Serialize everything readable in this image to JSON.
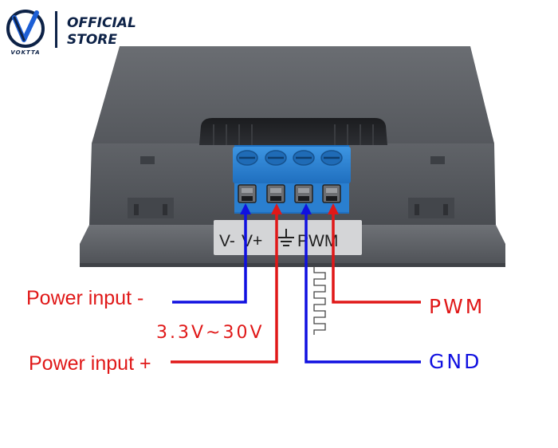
{
  "brand": {
    "name": "VOKTTA",
    "store_line1": "OFFICIAL",
    "store_line2": "STORE"
  },
  "device": {
    "pin_labels": [
      "V-",
      "V+",
      "PWM"
    ]
  },
  "diagram": {
    "power_input_neg": "Power input -",
    "power_input_pos": "Power input +",
    "voltage_range": "3.3V~30V",
    "pwm": "PWM",
    "gnd": "GND"
  },
  "colors": {
    "negative_wire": "#1010e0",
    "positive_wire": "#e01818",
    "label_red": "#e01818",
    "label_blue": "#1010e0",
    "enclosure": "#5b5e63",
    "terminal_block": "#2f86d6",
    "brand_navy": "#0d2247"
  }
}
